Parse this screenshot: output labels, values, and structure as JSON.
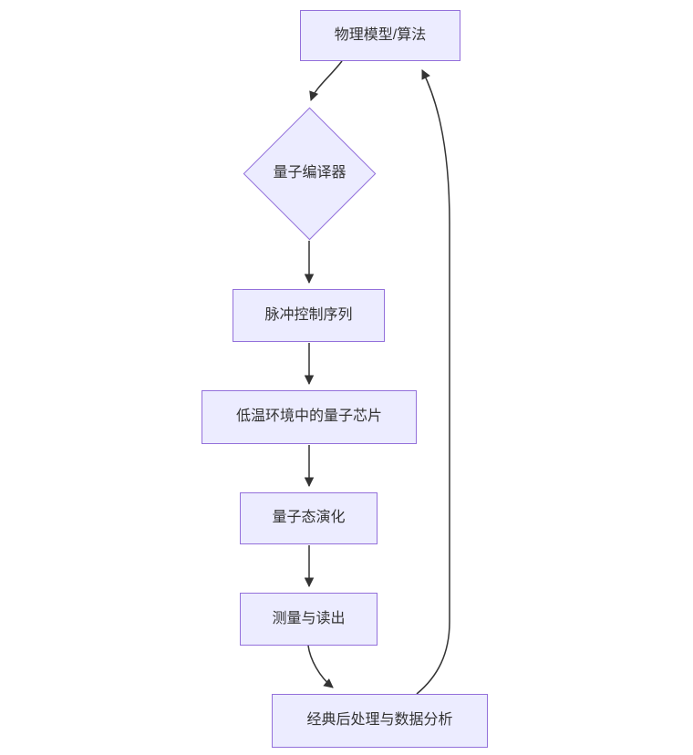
{
  "diagram": {
    "type": "flowchart",
    "direction": "top-down",
    "nodes": [
      {
        "id": "A",
        "label": "物理模型/算法",
        "shape": "rect"
      },
      {
        "id": "B",
        "label": "量子编译器",
        "shape": "diamond"
      },
      {
        "id": "C",
        "label": "脉冲控制序列",
        "shape": "rect"
      },
      {
        "id": "D",
        "label": "低温环境中的量子芯片",
        "shape": "rect"
      },
      {
        "id": "E",
        "label": "量子态演化",
        "shape": "rect"
      },
      {
        "id": "F",
        "label": "测量与读出",
        "shape": "rect"
      },
      {
        "id": "G",
        "label": "经典后处理与数据分析",
        "shape": "rect"
      }
    ],
    "edges": [
      {
        "from": "A",
        "to": "B"
      },
      {
        "from": "B",
        "to": "C"
      },
      {
        "from": "C",
        "to": "D"
      },
      {
        "from": "D",
        "to": "E"
      },
      {
        "from": "E",
        "to": "F"
      },
      {
        "from": "F",
        "to": "G"
      },
      {
        "from": "G",
        "to": "A"
      }
    ],
    "colors": {
      "node_fill": "#ECECFF",
      "node_border": "#9370DB",
      "edge": "#333333",
      "text": "#333333",
      "background": "#ffffff"
    }
  }
}
